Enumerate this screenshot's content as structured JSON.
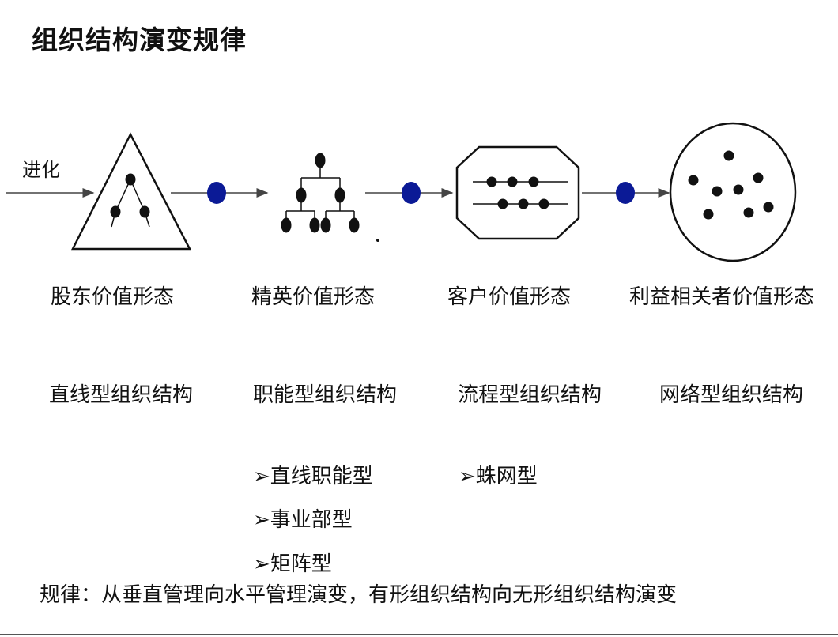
{
  "title": "组织结构演变规律",
  "evolution_label": "进化",
  "colors": {
    "connector_dot": "#0b1a96",
    "line": "#444444",
    "ink": "#111111"
  },
  "stages": [
    {
      "shape": "triangle-icon",
      "form": "股东价值形态",
      "structure": "直线型组织结构",
      "subtypes": []
    },
    {
      "shape": "hierarchy-tree-icon",
      "form": "精英价值形态",
      "structure": "职能型组织结构",
      "subtypes": [
        "➢直线职能型",
        "➢事业部型",
        "➢矩阵型"
      ]
    },
    {
      "shape": "octagon-process-icon",
      "form": "客户价值形态",
      "structure": "流程型组织结构",
      "subtypes": [
        "➢蛛网型"
      ]
    },
    {
      "shape": "circle-network-icon",
      "form": "利益相关者价值形态",
      "structure": "网络型组织结构",
      "subtypes": []
    }
  ],
  "rule": "规律：从垂直管理向水平管理演变，有形组织结构向无形组织结构演变"
}
